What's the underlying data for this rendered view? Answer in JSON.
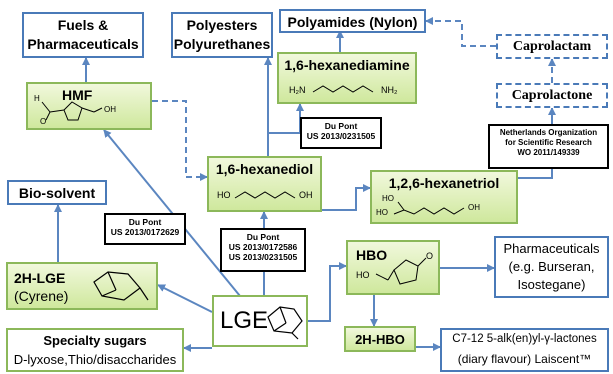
{
  "nodes": {
    "fuels": {
      "line1": "Fuels &",
      "line2": "Pharmaceuticals"
    },
    "polyesters": {
      "line1": "Polyesters",
      "line2": "Polyurethanes"
    },
    "polyamides": {
      "label": "Polyamides (Nylon)"
    },
    "caprolactam": {
      "label": "Caprolactam"
    },
    "caprolactone": {
      "label": "Caprolactone"
    },
    "hexanediamine": {
      "label": "1,6-hexanediamine",
      "left_group": "H₂N",
      "right_group": "NH₂"
    },
    "hmf": {
      "label": "HMF",
      "h": "H",
      "o": "O",
      "oh": "OH"
    },
    "hexanediol": {
      "label": "1,6-hexanediol",
      "left_group": "HO",
      "right_group": "OH"
    },
    "hexanetriol": {
      "label": "1,2,6-hexanetriol",
      "ho_top": "HO",
      "ho_bottom": "HO",
      "oh": "OH"
    },
    "biosolvent": {
      "label": "Bio-solvent"
    },
    "lge2h": {
      "line1": "2H-LGE",
      "line2": "(Cyrene)"
    },
    "lge": {
      "label": "LGE"
    },
    "hbo": {
      "label": "HBO",
      "ho": "HO",
      "o": "O"
    },
    "pharma2": {
      "line1": "Pharmaceuticals",
      "line2": "(e.g. Burseran,",
      "line3": "Isostegane)"
    },
    "hbo2h": {
      "label": "2H-HBO"
    },
    "sugars": {
      "line1": "Specialty sugars",
      "line2": "D-lyxose,Thio/disaccharides"
    },
    "lactones": {
      "line1": "C7-12 5-alk(en)yl-γ-lactones",
      "line2": "(diary flavour) Laiscent™"
    }
  },
  "patents": {
    "dupont_1": {
      "line1": "Du Pont",
      "line2": "US 2013/0231505"
    },
    "netherlands": {
      "line1": "Netherlands Organization",
      "line2": "for Scientific Research",
      "line3": "WO 2011/149339"
    },
    "dupont_2": {
      "line1": "Du Pont",
      "line2": "US 2013/0172629"
    },
    "dupont_3": {
      "line1": "Du Pont",
      "line2": "US 2013/0172586",
      "line3": "US 2013/0231505"
    }
  },
  "colors": {
    "arrow": "#5b86c0",
    "blue_border": "#4a7ab8",
    "green_border": "#8cb85a"
  }
}
